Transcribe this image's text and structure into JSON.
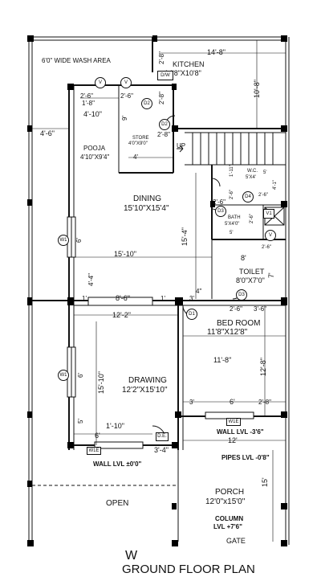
{
  "plan_title": "GROUND FLOOR PLAN",
  "north_letter": "W",
  "rooms": {
    "wash_area": "6'0\" WIDE WASH AREA",
    "kitchen_name": "KITCHEN",
    "kitchen_size": "14'8\"X10'8\"",
    "pooja_name": "POOJA",
    "pooja_size": "4'10\"X9'4\"",
    "store_name": "STORE",
    "store_size": "4'0\"X9'0\"",
    "dining_name": "DINING",
    "dining_size": "15'10\"X15'4\"",
    "wc_name": "W.C.",
    "wc_size": "5'X4'",
    "bath_name": "BATH",
    "bath_size": "5'X4'0\"",
    "toilet_name": "TOILET",
    "toilet_size": "8'0\"X7'0\"",
    "bedroom_name": "BED ROOM",
    "bedroom_size": "11'8\"X12'8\"",
    "drawing_name": "DRAWING",
    "drawing_size": "12'2\"X15'10\"",
    "porch_name": "PORCH",
    "porch_size": "12'0\"x15'0\"",
    "open_name": "OPEN",
    "gate_name": "GATE",
    "up_label": "UP"
  },
  "dimensions": {
    "d_14_8": "14'-8\"",
    "d_10_8": "10'-8\"",
    "d_2_8_kitchen": "2'-8\"",
    "d_2_6_a": "2'-6\"",
    "d_1_8": "1'-8\"",
    "d_2_6_b": "2'-6\"",
    "d_4_10": "4'-10\"",
    "d_9": "9'",
    "d_2_8_store": "2'-8\"",
    "d_2_8_stair": "2'-8\"",
    "d_4_6": "4'-6\"",
    "d_4_pooja": "4'",
    "d_5_wc": "5'",
    "d_4_1": "4'-1\"",
    "d_2_6_wc": "2'-6\"",
    "d_2_6_side": "2'-6\"",
    "d_1_11": "1'-11\"",
    "d_2_6_bath": "2'-6\"",
    "d_2_6_bath2": "2'-6\"",
    "d_5_bath": "5'",
    "d_2_6_toilet": "2'-6\"",
    "d_6_dining": "6'",
    "d_15_4": "15'-4\"",
    "d_15_10": "15'-10\"",
    "d_8_toilet": "8'",
    "d_7_toilet": "7'",
    "d_4_4": "4'-4\"",
    "d_4_mid": "4\"",
    "d_1_left": "1'",
    "d_8_6": "8'-6\"",
    "d_1_right": "1'",
    "d_3_bed": "3'",
    "d_2_6_bed": "2'-6\"",
    "d_3_6_bed": "3'-6\"",
    "d_12_2": "12'-2\"",
    "d_11_8": "11'-8\"",
    "d_12_8": "12'-8\"",
    "d_6_drawing": "6'",
    "d_15_10_v": "15'-10\"",
    "d_5_drawing": "5'",
    "d_1_10": "1'-10\"",
    "d_6_bottom": "6'",
    "d_3_4": "3'-4\"",
    "d_3_bot": "3'",
    "d_6_bot": "6'",
    "d_2_8_bot": "2'-8\"",
    "d_12_porch": "12'",
    "d_15_porch": "15'"
  },
  "tags": {
    "dw": "D/W",
    "v_a": "V",
    "v_b": "V",
    "v1": "V1",
    "v_bath": "V",
    "d1": "D1",
    "d2_a": "D2",
    "d2_b": "D2",
    "d3_a": "D3",
    "d3_b": "D3",
    "d4": "D4",
    "w1_a": "W1",
    "w1_b": "W1",
    "w1e_a": "W1E",
    "w1e_b": "W1E",
    "de": "D.E."
  },
  "levels": {
    "wall_lvl_3_6": "WALL LVL -3'6\"",
    "pipes_lvl": "PIPES LVL -0'8\"",
    "wall_lvl_0": "WALL LVL ±0'0\"",
    "column_lvl_a": "COLUMN",
    "column_lvl_b": "LVL +7'6\""
  }
}
